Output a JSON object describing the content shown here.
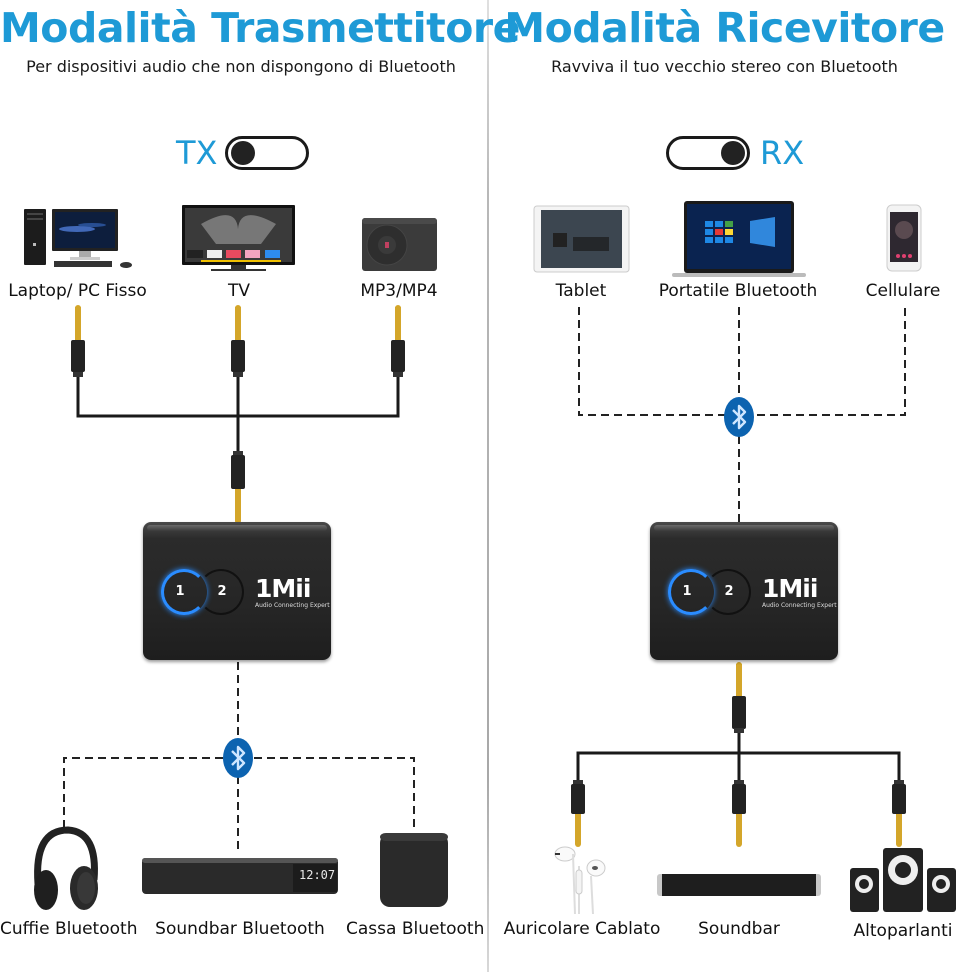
{
  "left": {
    "title": "Modalità Trasmettitore",
    "subtitle": "Per dispositivi audio che non dispongono di Bluetooth",
    "mode": "TX",
    "toggle_state": "off",
    "sources": [
      {
        "label": "Laptop/ PC Fisso",
        "icon": "desktop-pc-icon"
      },
      {
        "label": "TV",
        "icon": "tv-icon"
      },
      {
        "label": "MP3/MP4",
        "icon": "mp3-player-icon"
      }
    ],
    "adapter": {
      "brand": "1Mii",
      "tagline": "Audio Connecting Expert",
      "button1": "1",
      "button2": "2"
    },
    "link_icon": "bluetooth-icon",
    "outputs": [
      {
        "label": "Cuffie Bluetooth",
        "icon": "headphones-icon"
      },
      {
        "label": "Soundbar Bluetooth",
        "icon": "soundbar-icon",
        "display": "12:07"
      },
      {
        "label": "Cassa Bluetooth",
        "icon": "speaker-icon"
      }
    ]
  },
  "right": {
    "title": "Modalità Ricevitore",
    "subtitle": "Ravviva il tuo vecchio stereo con Bluetooth",
    "mode": "RX",
    "toggle_state": "on",
    "sources": [
      {
        "label": "Tablet",
        "icon": "tablet-icon"
      },
      {
        "label": "Portatile Bluetooth",
        "icon": "laptop-icon"
      },
      {
        "label": "Cellulare",
        "icon": "smartphone-icon"
      }
    ],
    "adapter": {
      "brand": "1Mii",
      "tagline": "Audio Connecting Expert",
      "button1": "1",
      "button2": "2"
    },
    "link_icon": "bluetooth-icon",
    "outputs": [
      {
        "label": "Auricolare Cablato",
        "icon": "wired-earphones-icon"
      },
      {
        "label": "Soundbar",
        "icon": "soundbar-icon"
      },
      {
        "label": "Altoparlanti",
        "icon": "speakers-icon"
      }
    ]
  },
  "colors": {
    "accent": "#1e9ad6",
    "bluetooth": "#0c63b0",
    "led": "#2a8cff",
    "plug_gold": "#d4a62a"
  }
}
